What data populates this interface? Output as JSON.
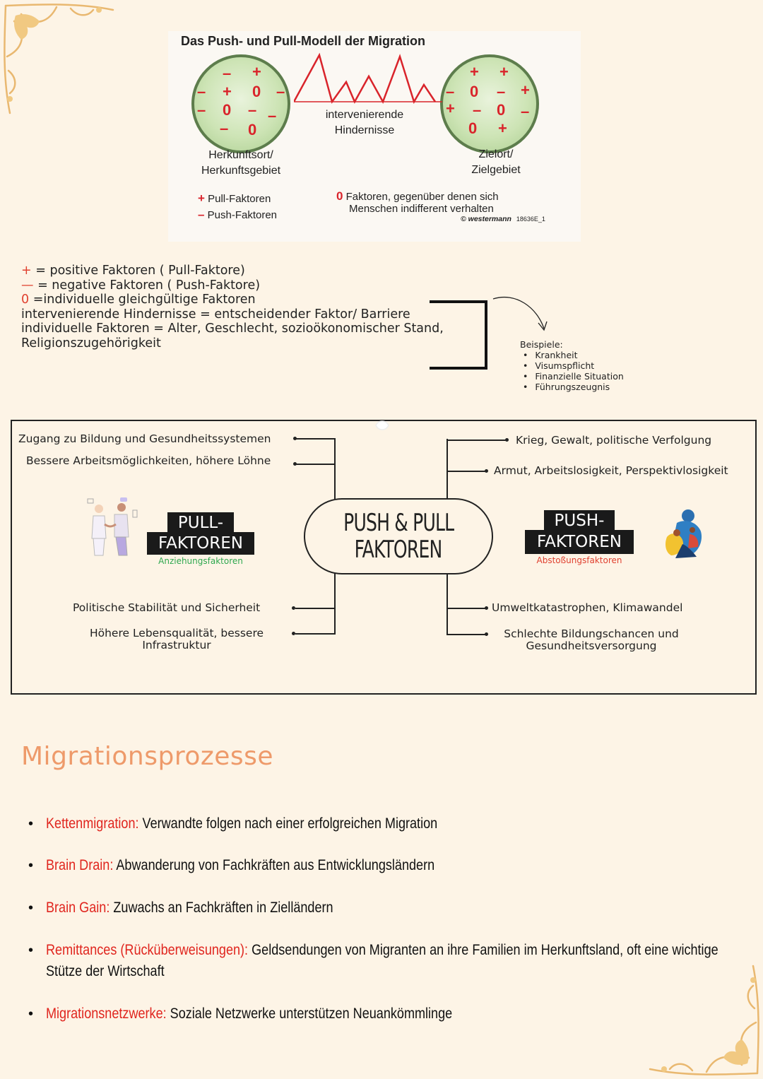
{
  "figure": {
    "title": "Das Push- und Pull-Modell der Migration",
    "left_circle_symbols": [
      "–",
      "+",
      "–",
      "+",
      "0",
      "–",
      "–",
      "0",
      "–",
      "–",
      "–",
      "0"
    ],
    "right_circle_symbols": [
      "+",
      "+",
      "–",
      "0",
      "–",
      "+",
      "+",
      "–",
      "0",
      "–",
      "0",
      "+"
    ],
    "obstacles_label_line1": "intervenierende",
    "obstacles_label_line2": "Hindernisse",
    "origin_line1": "Herkunftsort/",
    "origin_line2": "Herkunftsgebiet",
    "destination_line1": "Zielort/",
    "destination_line2": "Zielgebiet",
    "legend_plus_symbol": "+",
    "legend_plus": "Pull-Faktoren",
    "legend_minus_symbol": "–",
    "legend_minus": "Push-Faktoren",
    "legend_zero_symbol": "0",
    "legend_zero_line1": "Faktoren, gegenüber denen sich",
    "legend_zero_line2": "Menschen indifferent verhalten",
    "credit": "© westermann",
    "credit_code": "18636E_1"
  },
  "notes": {
    "plus_symbol": "+",
    "plus_text": " = positive Faktoren ( Pull-Faktore)",
    "minus_symbol": "—",
    "minus_text": " = negative Faktoren ( Push-Faktore)",
    "zero_symbol": "0",
    "zero_text": " =individuelle gleichgültige Faktoren",
    "line4": "intervenierende Hindernisse = entscheidender Faktor/ Barriere",
    "line5": "individuelle Faktoren = Alter, Geschlecht, sozioökonomischer Stand,",
    "line6": "Religionszugehörigkeit"
  },
  "examples": {
    "heading": "Beispiele:",
    "items": [
      "Krankheit",
      "Visumspflicht",
      "Finanzielle Situation",
      "Führungszeugnis"
    ]
  },
  "pushpull": {
    "center_line1": "PUSH & PULL",
    "center_line2": "FAKTOREN",
    "pull_line1": "PULL-",
    "pull_line2": "FAKTOREN",
    "pull_sub": "Anziehungsfaktoren",
    "push_line1": "PUSH-",
    "push_line2": "FAKTOREN",
    "push_sub": "Abstoßungsfaktoren",
    "pull_items": [
      "Zugang zu Bildung und Gesundheitssystemen",
      "Bessere Arbeitsmöglichkeiten, höhere Löhne",
      "Politische Stabilität und Sicherheit",
      "Höhere Lebensqualität, bessere",
      "Infrastruktur"
    ],
    "push_items": [
      "Krieg, Gewalt, politische Verfolgung",
      "Armut, Arbeitslosigkeit, Perspektivlosigkeit",
      "Umweltkatastrophen, Klimawandel",
      "Schlechte Bildungschancen und",
      "Gesundheitsversorgung"
    ],
    "colors": {
      "pull_sub": "#2fa84f",
      "push_sub": "#e0402f"
    }
  },
  "section": {
    "title": "Migrationsprozesse",
    "bullets": [
      {
        "term": "Kettenmigration:",
        "text": " Verwandte folgen nach einer erfolgreichen Migration"
      },
      {
        "term": "Brain Drain:",
        "text": " Abwanderung von Fachkräften aus Entwicklungsländern"
      },
      {
        "term": "Brain Gain:",
        "text": " Zuwachs an Fachkräften in Zielländern"
      },
      {
        "term": "Remittances (Rücküberweisungen):",
        "text": " Geldsendungen von Migranten an ihre Familien im Herkunftsland, oft eine wichtige",
        "text2": "Stütze der Wirtschaft"
      },
      {
        "term": "Migrationsnetzwerke:",
        "text": " Soziale Netzwerke unterstützen Neuankömmlinge"
      }
    ],
    "bullet_char": "•"
  },
  "colors": {
    "accent": "#e0251e",
    "title": "#ee9a6a",
    "background": "#fdf4e6",
    "ornament": "#e9b870"
  }
}
